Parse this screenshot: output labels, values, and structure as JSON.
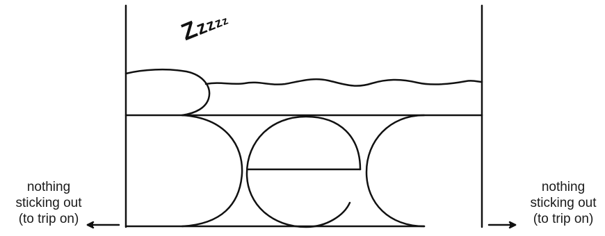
{
  "snore": {
    "first": "Z",
    "rest": [
      "z",
      "z",
      "z",
      "z"
    ]
  },
  "annotations": {
    "left": [
      "nothing",
      "sticking out",
      "(to trip on)"
    ],
    "right": [
      "nothing",
      "sticking out",
      "(to trip on)"
    ]
  },
  "colors": {
    "stroke": "#111111",
    "background": "#ffffff"
  }
}
